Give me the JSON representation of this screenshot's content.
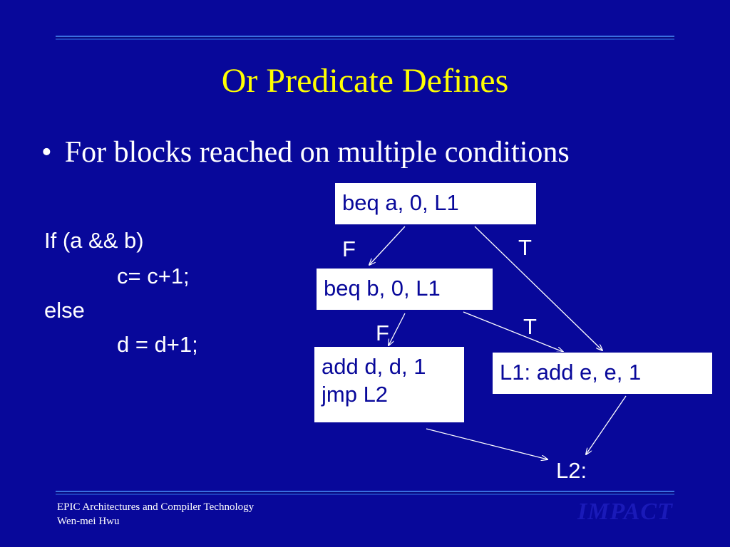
{
  "slide": {
    "title": "Or Predicate Defines",
    "bullet": "For blocks reached on multiple conditions"
  },
  "code": {
    "line1": "If (a && b)",
    "line2": "c= c+1;",
    "line3": "else",
    "line4": "d = d+1;"
  },
  "diagram": {
    "node_beq_a": "beq a, 0, L1",
    "node_beq_b": "beq b, 0, L1",
    "node_add_d_line1": "add d, d, 1",
    "node_add_d_line2": "jmp L2",
    "node_l1": "L1: add e, e, 1",
    "node_l2": "L2:",
    "label_a_false": "F",
    "label_a_true": "T",
    "label_b_false": "F",
    "label_b_true": "T"
  },
  "footer": {
    "line1": "EPIC Architectures and Compiler Technology",
    "line2": "Wen-mei Hwu",
    "logo": "IMPACT"
  },
  "colors": {
    "background": "#08089a",
    "title": "#ffff00",
    "text": "#ffffff"
  }
}
